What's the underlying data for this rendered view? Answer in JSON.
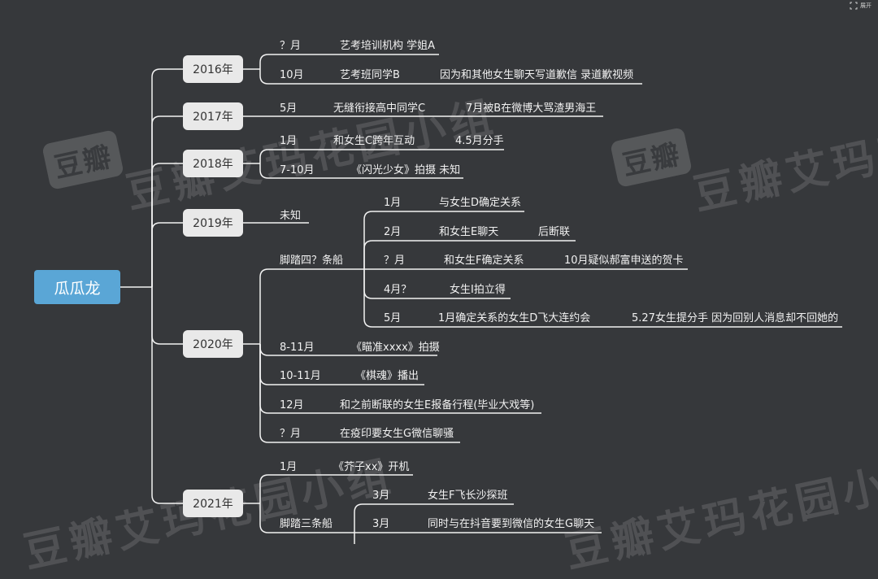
{
  "root": {
    "label": "瓜瓜龙"
  },
  "watermark": {
    "logo": "豆瓣",
    "text_a": "豆瓣艾玛花园小组",
    "text_b": "豆瓣艾玛花园小组"
  },
  "toolbar": {
    "icon": "fullscreen-icon",
    "label": "展开"
  },
  "years": [
    "2016年",
    "2017年",
    "2018年",
    "2019年",
    "2020年",
    "2021年"
  ],
  "entries": [
    {
      "date": "？月",
      "text": "艺考培训机构 学姐A"
    },
    {
      "date": "10月",
      "text": "艺考班同学B",
      "extra": "因为和其他女生聊天写道歉信 录道歉视频"
    },
    {
      "date": "5月",
      "text": "无缝衔接高中同学C",
      "extra": "7月被B在微博大骂渣男海王"
    },
    {
      "date": "1月",
      "text": "和女生C跨年互动",
      "extra": "4.5月分手"
    },
    {
      "date": "7-10月",
      "text": "《闪光少女》拍摄 未知"
    },
    {
      "date": "未知"
    },
    {
      "date": "脚踏四？条船"
    },
    {
      "date": "1月",
      "text": "与女生D确定关系"
    },
    {
      "date": "2月",
      "text": "和女生E聊天",
      "extra": "后断联"
    },
    {
      "date": "？月",
      "text": "和女生F确定关系",
      "extra": "10月疑似郝富申送的贺卡"
    },
    {
      "date": "4月？",
      "text": "女生I拍立得"
    },
    {
      "date": "5月",
      "text": "1月确定关系的女生D飞大连约会",
      "extra": "5.27女生提分手 因为回别人消息却不回她的"
    },
    {
      "date": "8-11月",
      "text": "《瞄准xxxx》拍摄"
    },
    {
      "date": "10-11月",
      "text": "《棋魂》播出"
    },
    {
      "date": "12月",
      "text": "和之前断联的女生E报备行程(毕业大戏等)"
    },
    {
      "date": "？月",
      "text": "在疫印要女生G微信聊骚"
    },
    {
      "date": "1月",
      "text": "《芥子xx》开机"
    },
    {
      "date": "脚踏三条船"
    },
    {
      "date": "3月",
      "text": "女生F飞长沙探班"
    },
    {
      "date": "3月",
      "text": "同时与在抖音要到微信的女生G聊天"
    }
  ]
}
